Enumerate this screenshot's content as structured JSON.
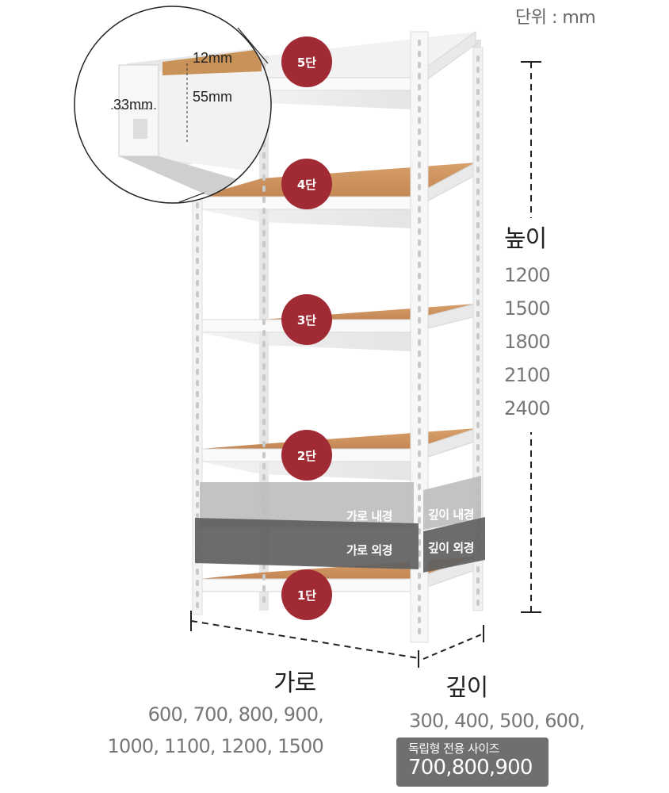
{
  "unit": "단위 : mm",
  "tiers": [
    "5단",
    "4단",
    "3단",
    "2단",
    "1단"
  ],
  "bands": {
    "width_inner": "가로 내경",
    "depth_inner": "깊이 내경",
    "width_outer": "가로 외경",
    "depth_outer": "깊이 외경"
  },
  "inset": {
    "top_thickness": "12mm",
    "side_depth": "33mm",
    "height": "55mm"
  },
  "height": {
    "title": "높이",
    "values": [
      "1200",
      "1500",
      "1800",
      "2100",
      "2400"
    ]
  },
  "width": {
    "title": "가로",
    "values_line1": "600, 700, 800, 900,",
    "values_line2": "1000, 1100, 1200, 1500"
  },
  "depth": {
    "title": "깊이",
    "values": "300, 400, 500, 600,",
    "special_title": "독립형 전용 사이즈",
    "special_values": "700,800,900"
  },
  "colors": {
    "tier_badge": "#a12b34",
    "wood": "#c9925f",
    "frame": "#f1f1f1",
    "band_inner": "#bdbdbd",
    "band_outer": "#616161"
  }
}
